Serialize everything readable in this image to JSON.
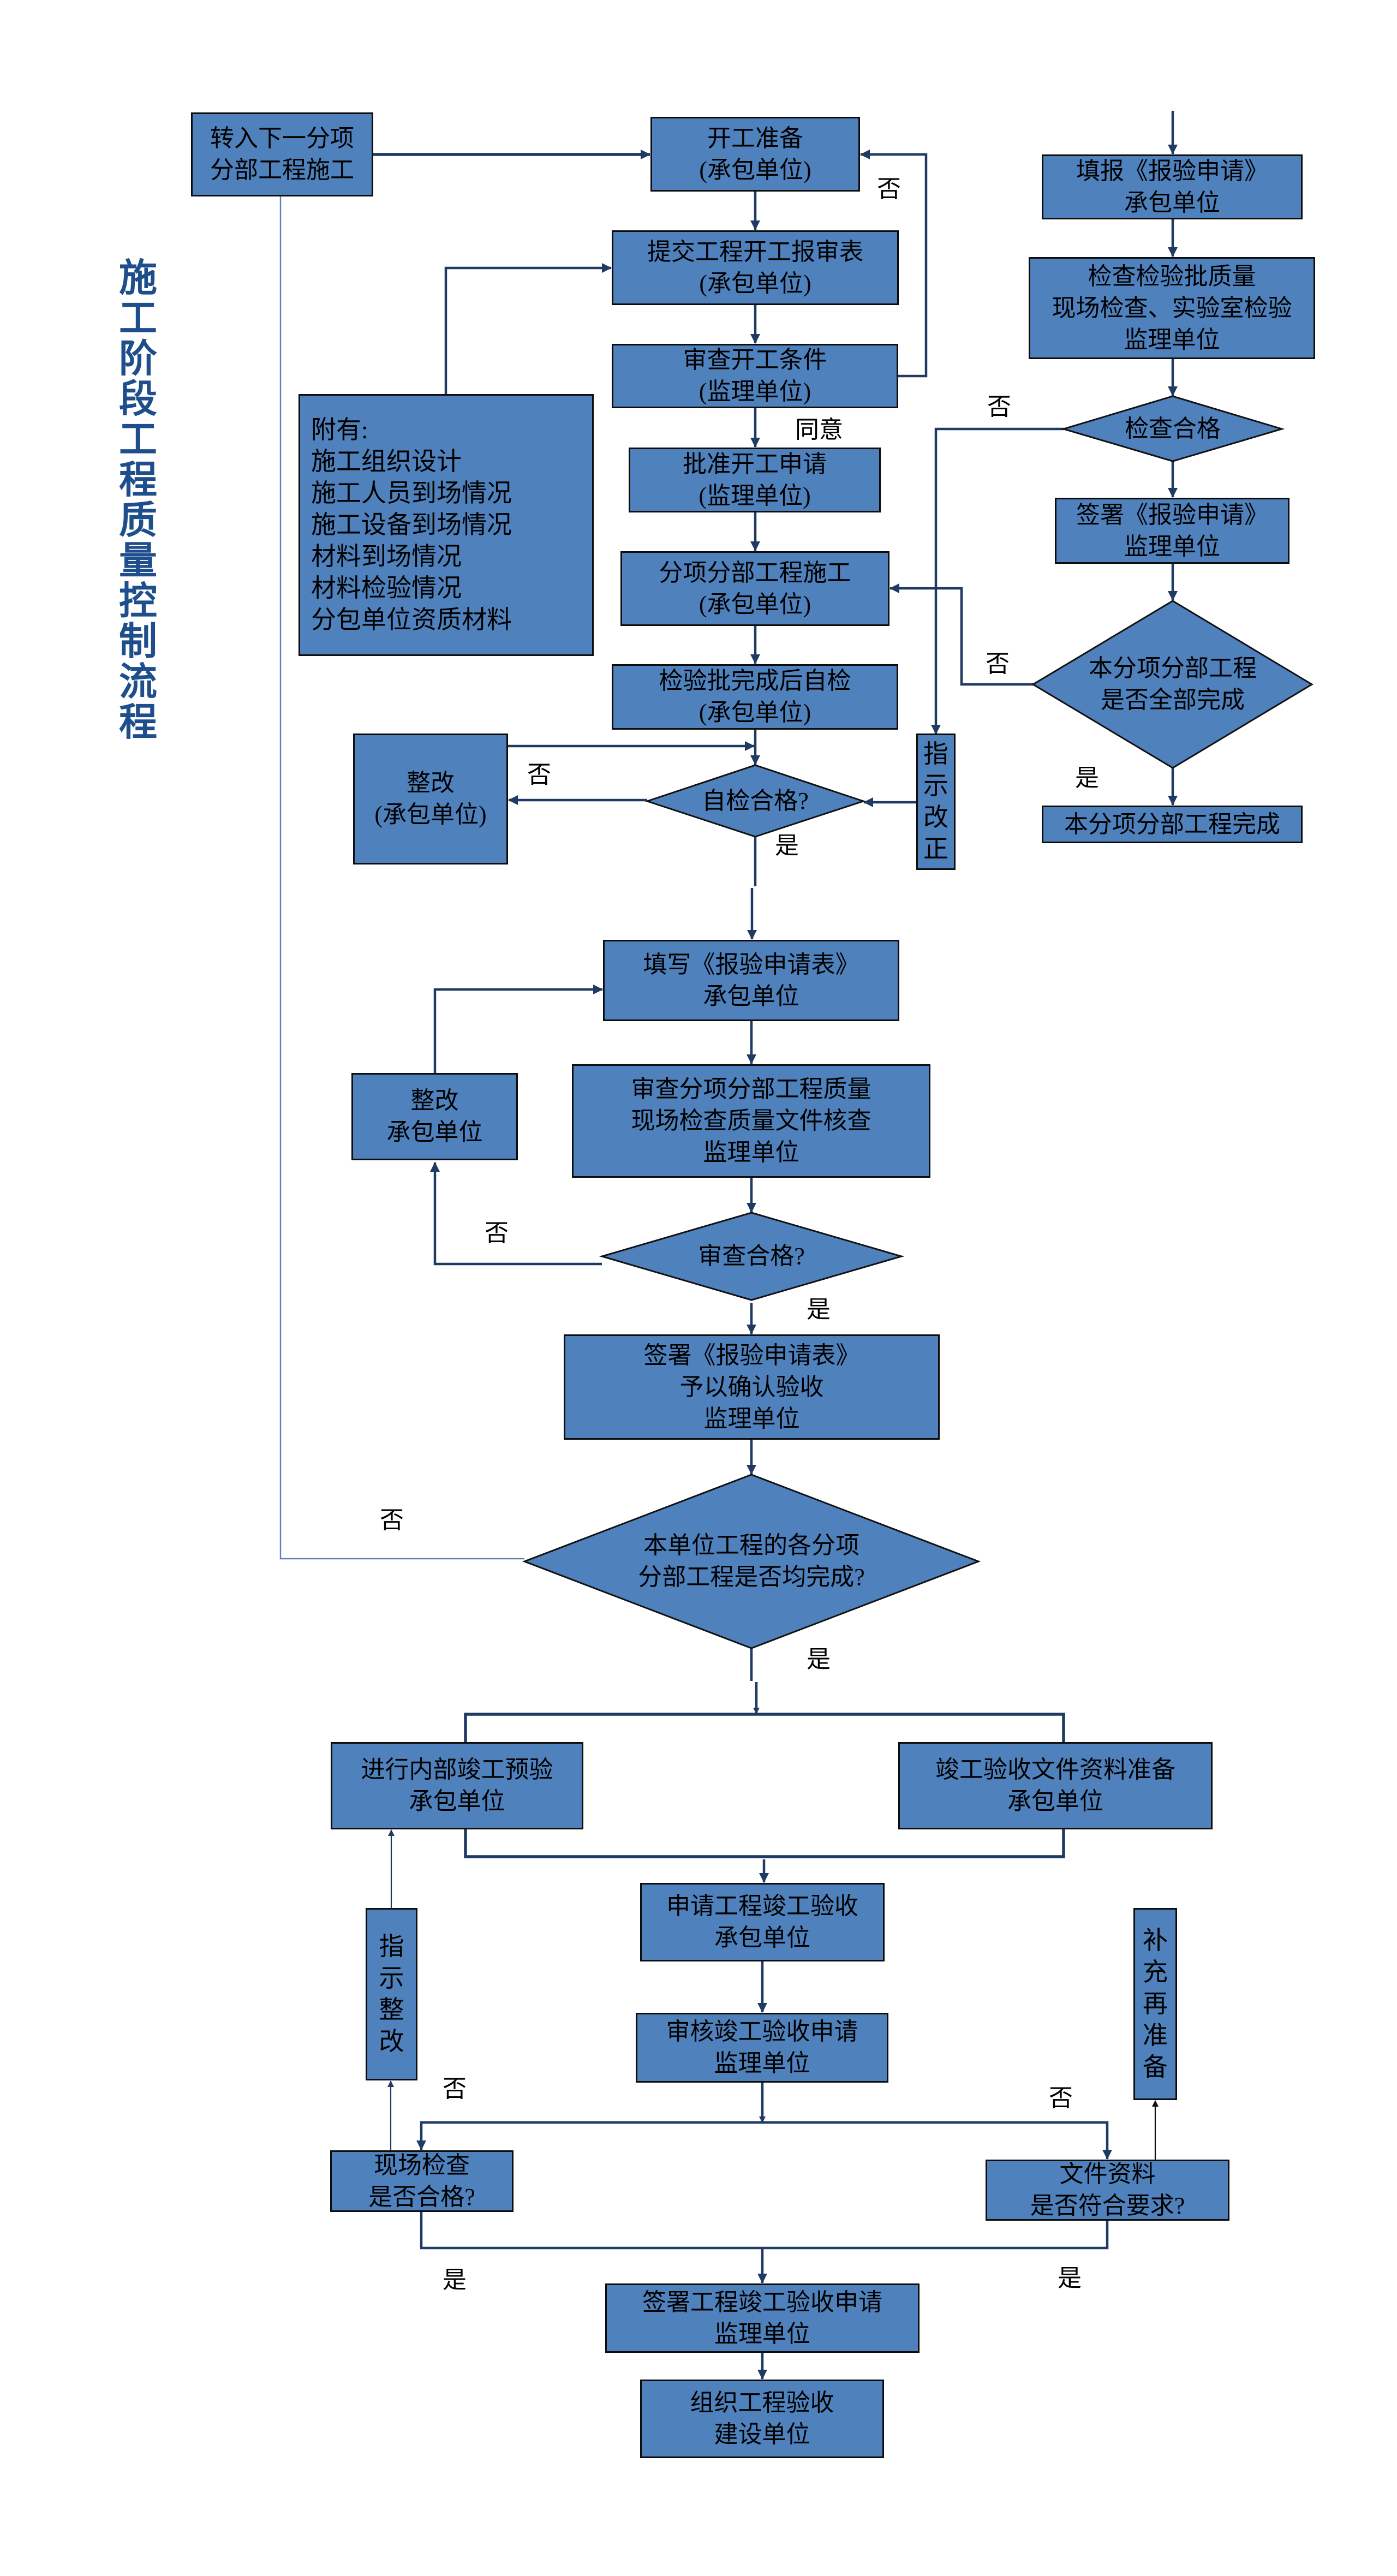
{
  "title": "施工阶段工程质量控制流程",
  "colors": {
    "box_fill": "#4f81bd",
    "connector": "#1f3a63",
    "loop_connector": "#5b83b3",
    "title": "#1f4e8c"
  },
  "nodes": {
    "next_subitem": {
      "lines": [
        "转入下一分项",
        "分部工程施工"
      ]
    },
    "start_prep": {
      "lines": [
        "开工准备",
        "(承包单位)"
      ]
    },
    "submit_start_form": {
      "lines": [
        "提交工程开工报审表",
        "(承包单位)"
      ]
    },
    "review_start_conditions": {
      "lines": [
        "审查开工条件",
        "(监理单位)"
      ]
    },
    "attachments": {
      "lines": [
        "附有:",
        "施工组织设计",
        "施工人员到场情况",
        "施工设备到场情况",
        "材料到场情况",
        "材料检验情况",
        "分包单位资质材料"
      ]
    },
    "approve_start": {
      "lines": [
        "批准开工申请",
        "(监理单位)"
      ]
    },
    "subitem_construction": {
      "lines": [
        "分项分部工程施工",
        "(承包单位)"
      ]
    },
    "self_check": {
      "lines": [
        "检验批完成后自检",
        "(承包单位)"
      ]
    },
    "rectify_contractor_1": {
      "lines": [
        "整改",
        "(承包单位)"
      ]
    },
    "self_check_pass": {
      "lines": [
        "自检合格?"
      ]
    },
    "instruct_correct": {
      "text": "指示改正"
    },
    "fill_inspection_request": {
      "lines": [
        "填报《报验申请》",
        "承包单位"
      ]
    },
    "inspect_batch_quality": {
      "lines": [
        "检查检验批质量",
        "现场检查、实验室检验",
        "监理单位"
      ]
    },
    "check_pass": {
      "lines": [
        "检查合格"
      ]
    },
    "sign_inspection_request": {
      "lines": [
        "签署《报验申请》",
        "监理单位"
      ]
    },
    "subitem_all_done": {
      "lines": [
        "本分项分部工程",
        "是否全部完成"
      ]
    },
    "subitem_complete": {
      "lines": [
        "本分项分部工程完成"
      ]
    },
    "fill_inspection_form": {
      "lines": [
        "填写《报验申请表》",
        "承包单位"
      ]
    },
    "review_subitem_quality": {
      "lines": [
        "审查分项分部工程质量",
        "现场检查质量文件核查",
        "监理单位"
      ]
    },
    "rectify_contractor_2": {
      "lines": [
        "整改",
        "承包单位"
      ]
    },
    "review_pass": {
      "lines": [
        "审查合格?"
      ]
    },
    "sign_inspection_form": {
      "lines": [
        "签署《报验申请表》",
        "予以确认验收",
        "监理单位"
      ]
    },
    "unit_all_done": {
      "lines": [
        "本单位工程的各分项",
        "分部工程是否均完成?"
      ]
    },
    "internal_pre_acceptance": {
      "lines": [
        "进行内部竣工预验",
        "承包单位"
      ]
    },
    "completion_docs_prep": {
      "lines": [
        "竣工验收文件资料准备",
        "承包单位"
      ]
    },
    "apply_completion_acceptance": {
      "lines": [
        "申请工程竣工验收",
        "承包单位"
      ]
    },
    "review_completion_application": {
      "lines": [
        "审核竣工验收申请",
        "监理单位"
      ]
    },
    "instruct_rectify": {
      "text": "指示整改"
    },
    "supplement_prepare": {
      "text": "补充再准备"
    },
    "site_check_pass": {
      "lines": [
        "现场检查",
        "是否合格?"
      ]
    },
    "docs_meet_requirements": {
      "lines": [
        "文件资料",
        "是否符合要求?"
      ]
    },
    "sign_completion_application": {
      "lines": [
        "签署工程竣工验收申请",
        "监理单位"
      ]
    },
    "organize_acceptance": {
      "lines": [
        "组织工程验收",
        "建设单位"
      ]
    }
  },
  "edge_labels": {
    "start_conditions_no": "否",
    "start_conditions_agree": "同意",
    "check_pass_no": "否",
    "subitem_all_done_no": "否",
    "subitem_all_done_yes": "是",
    "self_check_no": "否",
    "self_check_yes": "是",
    "review_pass_no": "否",
    "review_pass_yes": "是",
    "unit_all_done_no": "否",
    "unit_all_done_yes": "是",
    "site_check_no": "否",
    "docs_check_no": "否",
    "site_check_yes": "是",
    "docs_check_yes": "是"
  }
}
